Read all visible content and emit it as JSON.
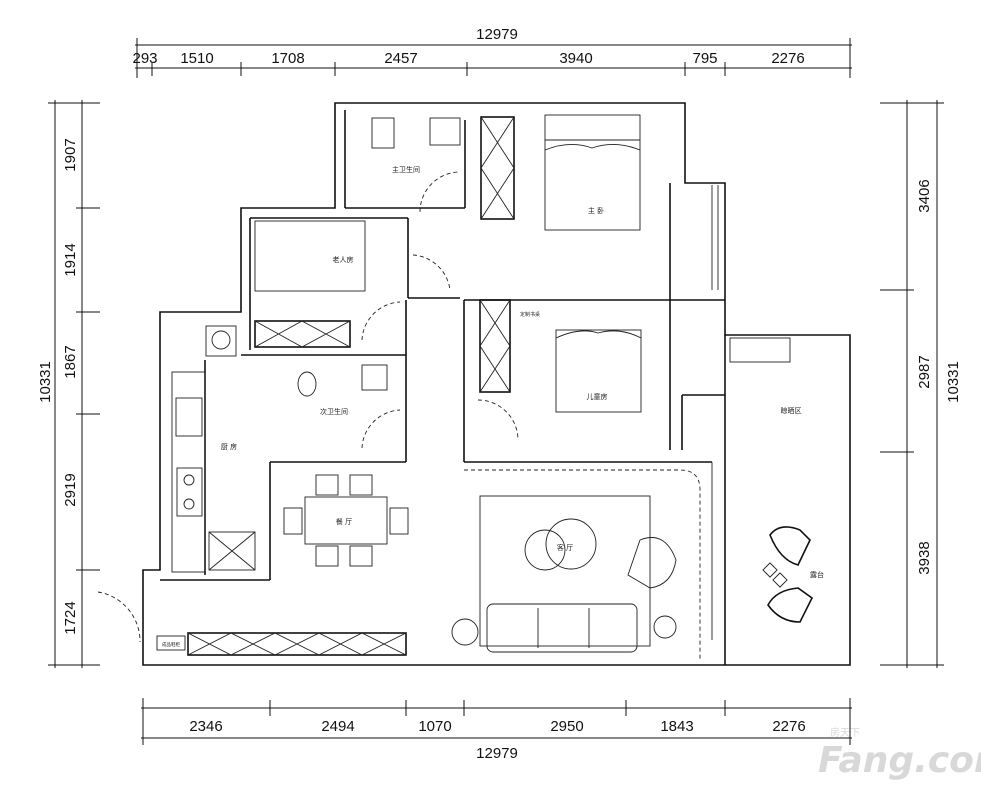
{
  "dimensions": {
    "top_total": "12979",
    "top": [
      "293",
      "1510",
      "1708",
      "2457",
      "3940",
      "795",
      "2276"
    ],
    "bottom_total": "12979",
    "bottom": [
      "2346",
      "2494",
      "1070",
      "2950",
      "1843",
      "2276"
    ],
    "left_total": "10331",
    "left": [
      "1907",
      "1914",
      "1867",
      "2919",
      "1724"
    ],
    "right_total": "10331",
    "right": [
      "3406",
      "2987",
      "3938"
    ]
  },
  "rooms": {
    "master_bath": "主卫生间",
    "master_bedroom": "主 卧",
    "elder_room": "老人房",
    "second_bath": "次卫生间",
    "kitchen": "厨 房",
    "kids_room": "儿童房",
    "custom_desk": "定制书桌",
    "dining": "餐 厅",
    "living": "客 厅",
    "drying_area": "晾晒区",
    "terrace": "露台",
    "shoe_cabinet": "成品鞋柜"
  },
  "watermark": {
    "brand": "房天下",
    "site": "Fang.com"
  }
}
